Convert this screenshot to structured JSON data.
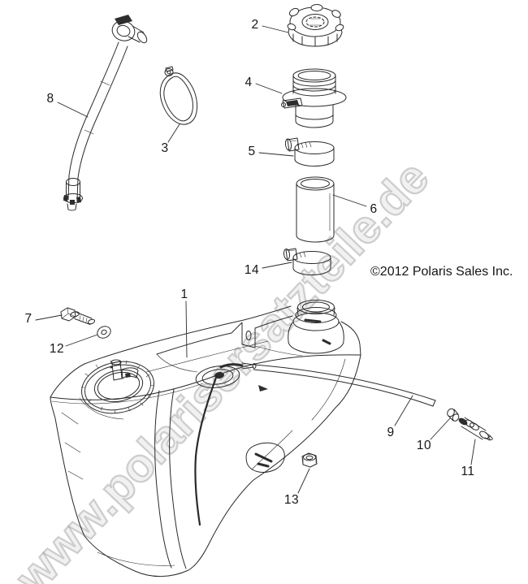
{
  "watermark": "www.polarisersatzteile.de",
  "copyright": "©2012 Polaris Sales Inc.",
  "colors": {
    "line": "#2a2a2a",
    "watermark_gray": "#c8c8c8",
    "text": "#161616"
  },
  "callouts": [
    {
      "label": "1"
    },
    {
      "label": "2"
    },
    {
      "label": "3"
    },
    {
      "label": "4"
    },
    {
      "label": "5"
    },
    {
      "label": "6"
    },
    {
      "label": "7"
    },
    {
      "label": "8"
    },
    {
      "label": "9"
    },
    {
      "label": "10"
    },
    {
      "label": "11"
    },
    {
      "label": "12"
    },
    {
      "label": "13"
    },
    {
      "label": "14"
    }
  ]
}
